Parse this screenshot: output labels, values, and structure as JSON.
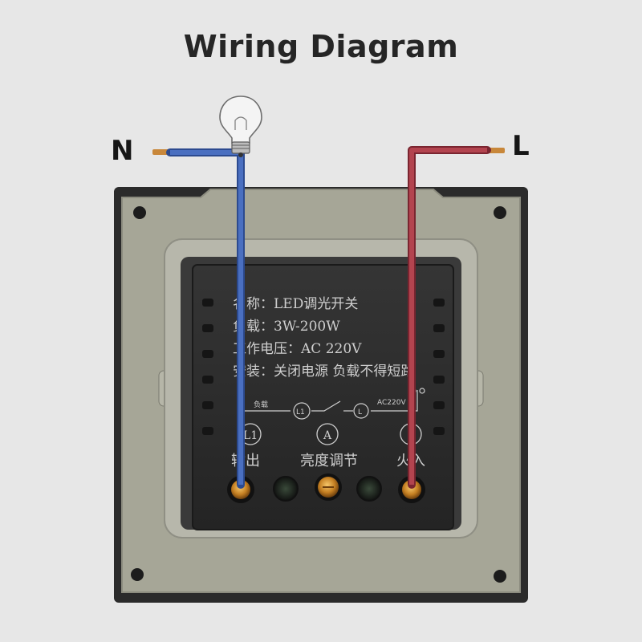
{
  "title": "Wiring Diagram",
  "terminals": {
    "neutral": "N",
    "live": "L"
  },
  "module_label": {
    "name": "名称：LED调光开关",
    "load": "负载：3W-200W",
    "voltage": "工作电压：AC 220V",
    "install": "安装：关闭电源 负载不得短路"
  },
  "schematic": {
    "load": "负载",
    "supply": "AC220V",
    "node_l1": "L1",
    "node_l": "L"
  },
  "ports": {
    "out_code": "L1",
    "out_label": "输出",
    "adjust_code": "A",
    "adjust_label": "亮度调节",
    "in_code": "L",
    "in_label": "火入"
  },
  "colors": {
    "background": "#e7e7e7",
    "neutral_wire": "#4a6fc0",
    "live_wire": "#b3444f",
    "plate": "#a6a697",
    "frame": "#2b2b2b",
    "module": "#2d2d2d"
  },
  "icons": [
    "light-bulb-icon",
    "screw-terminal-icon"
  ]
}
